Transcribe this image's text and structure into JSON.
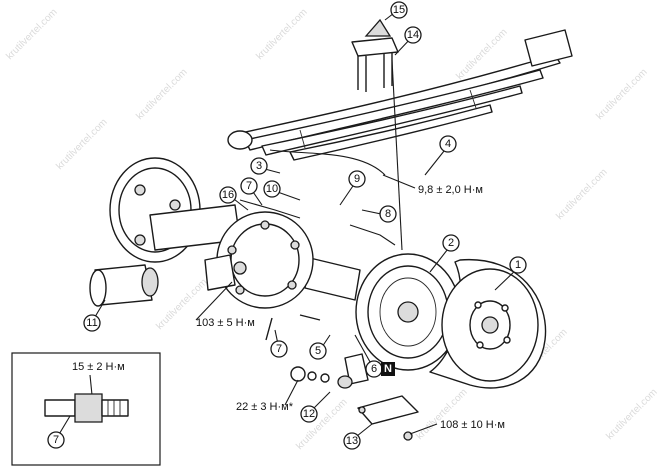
{
  "callouts": [
    {
      "id": "c1",
      "label": "1"
    },
    {
      "id": "c2",
      "label": "2"
    },
    {
      "id": "c3",
      "label": "3"
    },
    {
      "id": "c4",
      "label": "4"
    },
    {
      "id": "c5",
      "label": "5"
    },
    {
      "id": "c6",
      "label": "6"
    },
    {
      "id": "c7a",
      "label": "7"
    },
    {
      "id": "c7b",
      "label": "7"
    },
    {
      "id": "c7c",
      "label": "7"
    },
    {
      "id": "c8",
      "label": "8"
    },
    {
      "id": "c9",
      "label": "9"
    },
    {
      "id": "c10",
      "label": "10"
    },
    {
      "id": "c11",
      "label": "11"
    },
    {
      "id": "c12",
      "label": "12"
    },
    {
      "id": "c13",
      "label": "13"
    },
    {
      "id": "c14",
      "label": "14"
    },
    {
      "id": "c15",
      "label": "15"
    },
    {
      "id": "c16",
      "label": "16"
    }
  ],
  "torque_specs": {
    "bleeder": "9,8 ± 2,0 Н·м",
    "cover_bolts": "103 ± 5 Н·м",
    "pinion_nut": "22 ± 3 Н·м*",
    "u_bolt_nuts": "108 ± 10 Н·м",
    "inset_fitting": "15 ± 2 Н·м"
  },
  "marker_n": "N",
  "watermark_text": "krutilvertel.com"
}
